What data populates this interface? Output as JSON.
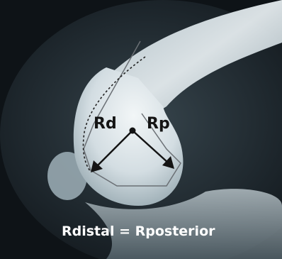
{
  "image": {
    "subject": "knee-lateral-xray",
    "background_color": "#131a1f"
  },
  "labels": {
    "distal_radius": "Rd",
    "posterior_radius": "Rp",
    "caption": "Rdistal = Rposterior"
  },
  "colors": {
    "bone": "#d9e2e6",
    "outline": "#6b7075",
    "arrow": "#141414"
  }
}
